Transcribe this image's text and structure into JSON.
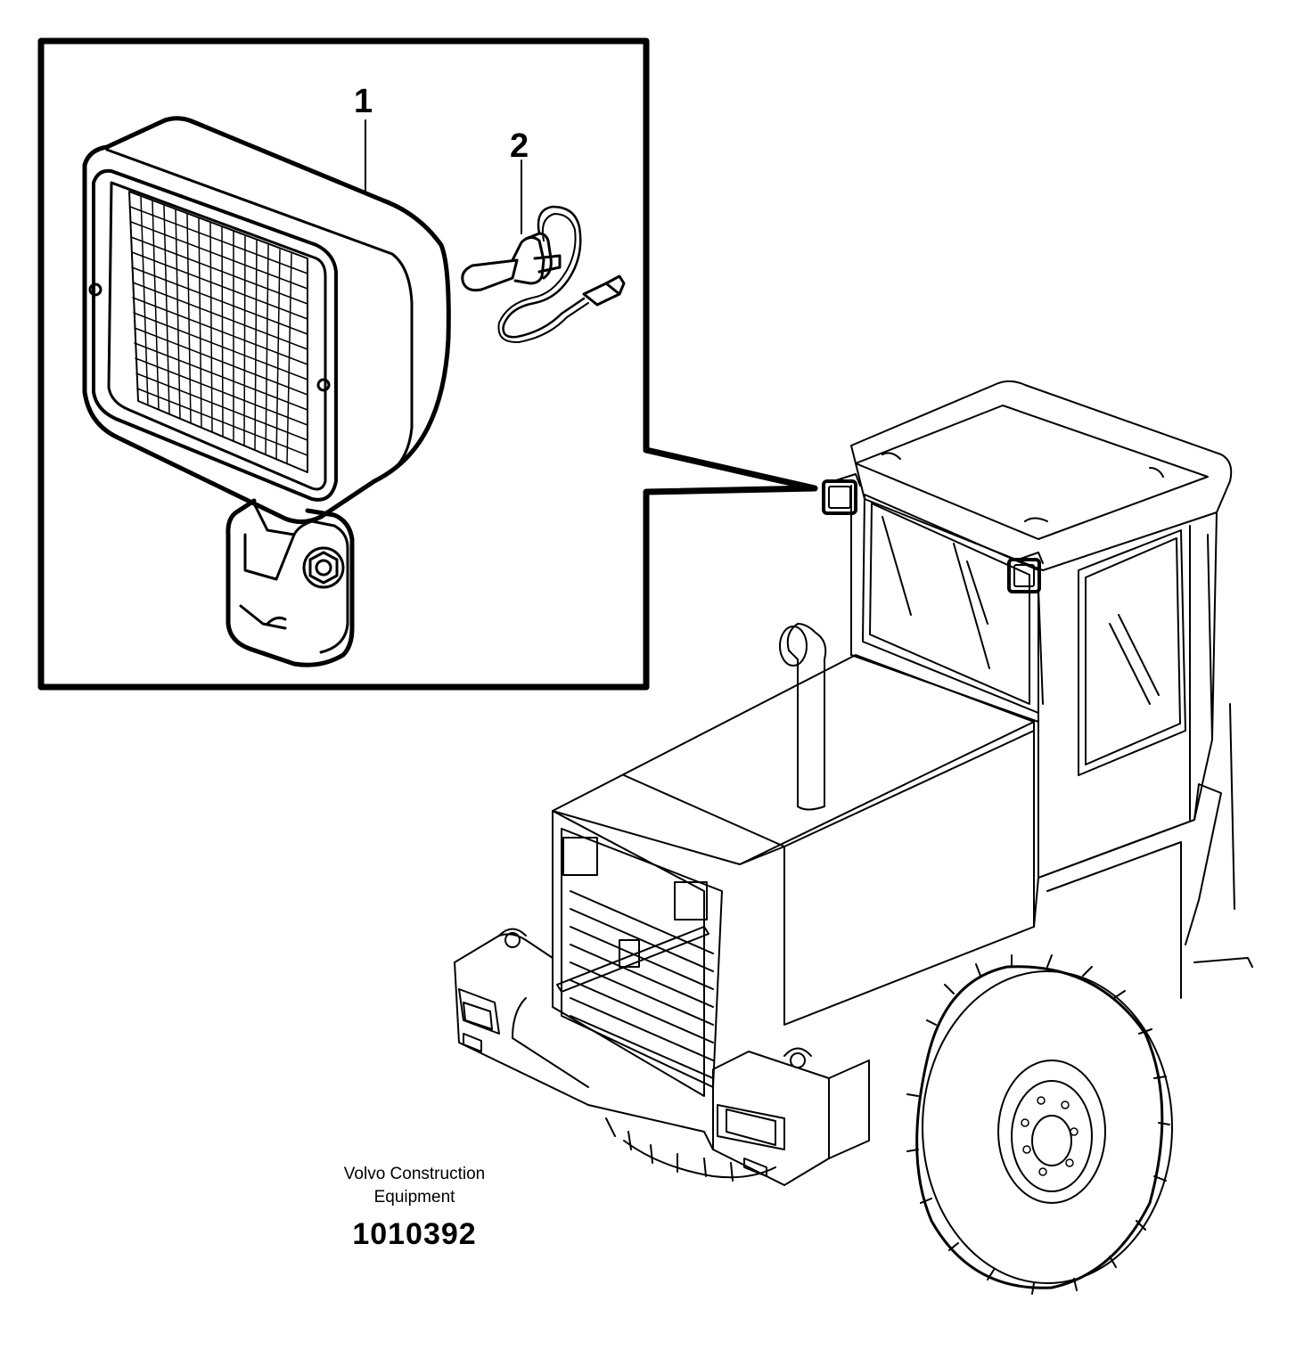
{
  "callouts": {
    "item_1": "1",
    "item_2": "2"
  },
  "caption": {
    "line1": "Volvo Construction",
    "line2": "Equipment",
    "figure_number": "1010392"
  }
}
